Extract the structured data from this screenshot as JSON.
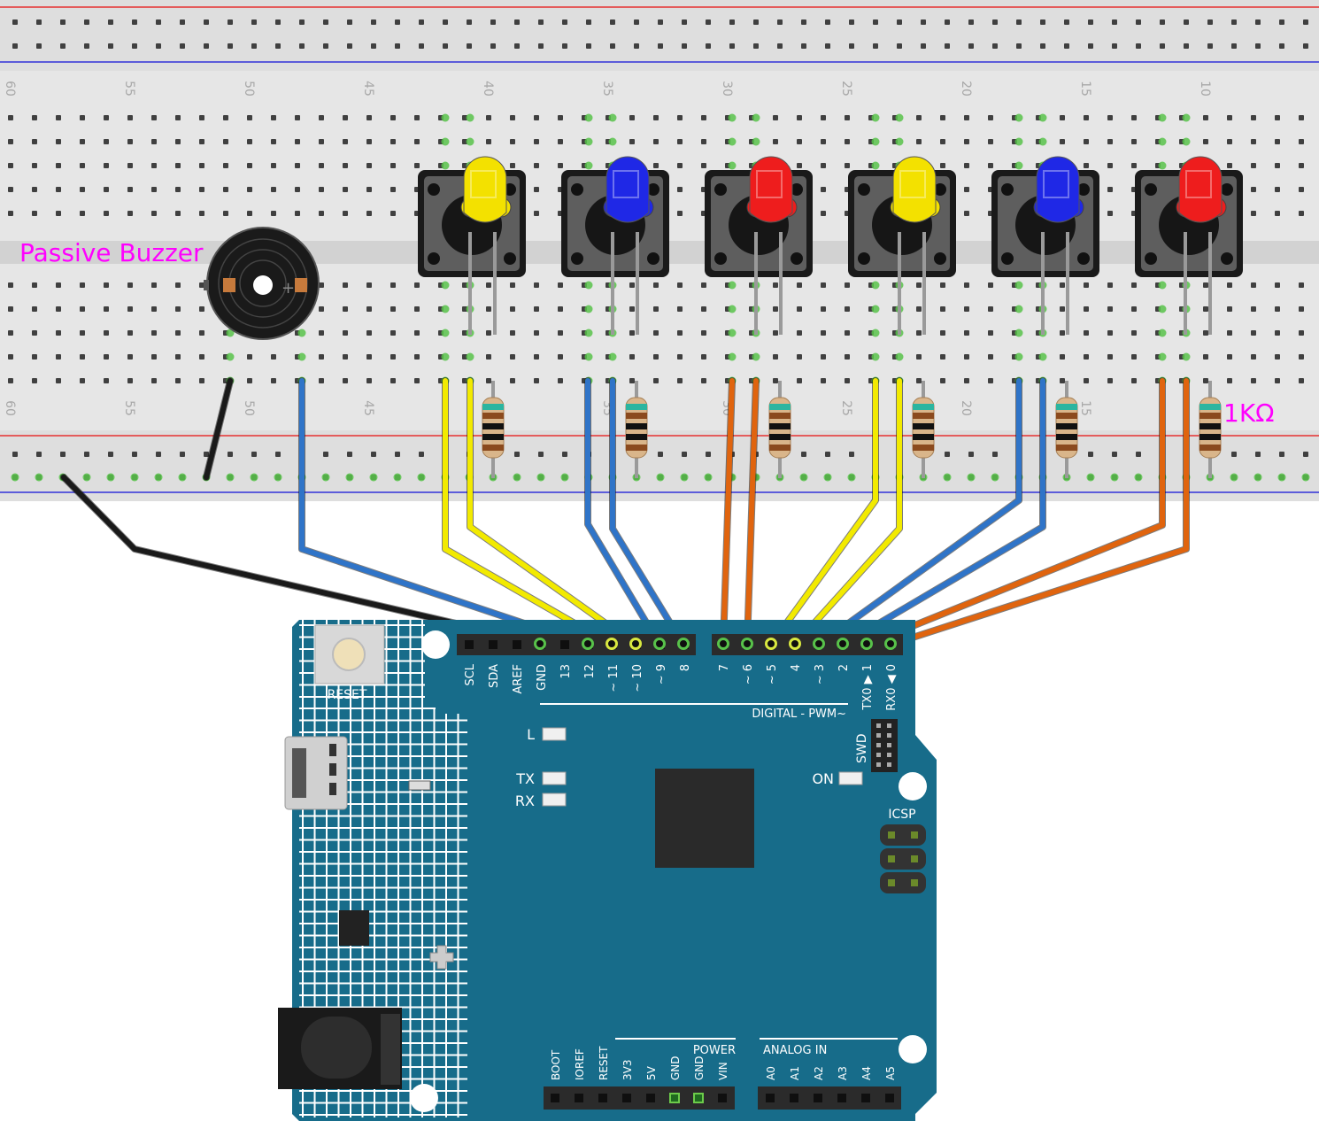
{
  "breadboard": {
    "column_numbers": [
      "60",
      "55",
      "50",
      "45",
      "40",
      "35",
      "30",
      "25",
      "20",
      "15",
      "10"
    ]
  },
  "labels": {
    "buzzer": "Passive Buzzer",
    "resistor_value": "1KΩ"
  },
  "led_colors": [
    "yellow",
    "blue",
    "red",
    "yellow",
    "blue",
    "red"
  ],
  "colors": {
    "board": "#176c8a",
    "wire_blue": "#2f74c8",
    "wire_yellow": "#f2ea00",
    "wire_orange": "#e0640e",
    "wire_black": "#1a1a1a",
    "led_yellow": "#f3e100",
    "led_blue": "#1f28e6",
    "led_red": "#ee1d1d",
    "callout": "#ff00ff"
  },
  "arduino": {
    "reset_label": "RESET",
    "header_top_left": [
      "SCL",
      "SDA",
      "AREF",
      "GND",
      "13",
      "12",
      "~ 11",
      "~ 10",
      "~ 9",
      "8"
    ],
    "header_top_right": [
      "7",
      "~ 6",
      "~ 5",
      "4",
      "~ 3",
      "2",
      "TX0 ▶ 1",
      "RX0 ◀ 0"
    ],
    "digital_label": "DIGITAL - PWM~",
    "led_l": "L",
    "led_tx": "TX",
    "led_rx": "RX",
    "led_on": "ON",
    "swd_label": "SWD",
    "icsp_label": "ICSP",
    "power_label": "POWER",
    "power_pins": [
      "BOOT",
      "IOREF",
      "RESET",
      "3V3",
      "5V",
      "GND",
      "GND",
      "VIN"
    ],
    "analog_label": "ANALOG IN",
    "analog_pins": [
      "A0",
      "A1",
      "A2",
      "A3",
      "A4",
      "A5"
    ]
  }
}
